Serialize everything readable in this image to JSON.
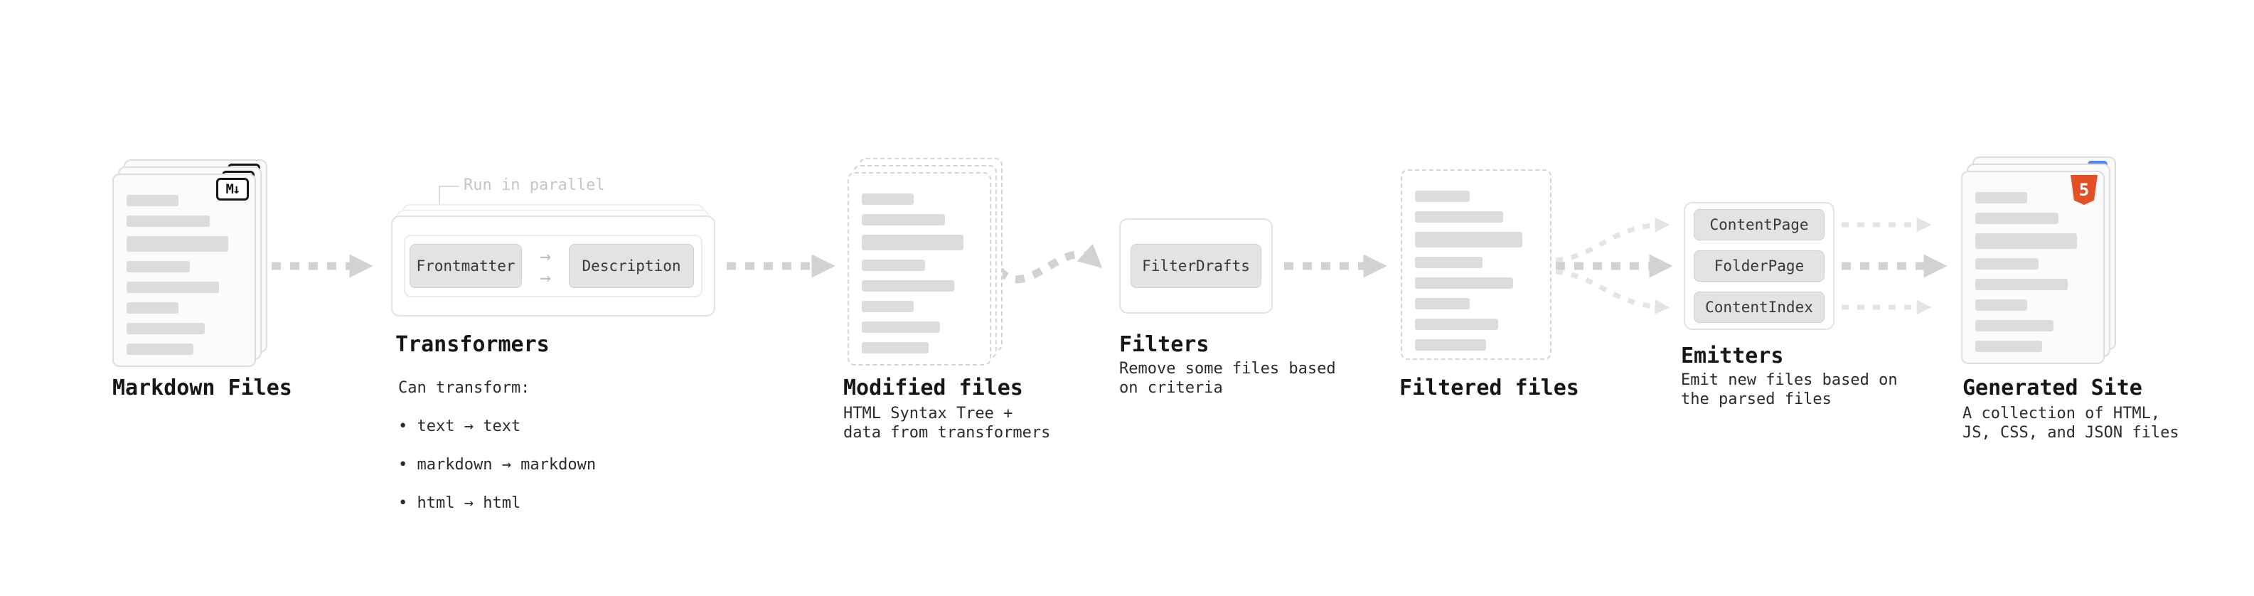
{
  "icons": {
    "markdown_badge": "M↓",
    "html5_badge": "5",
    "arrow_right": "→"
  },
  "colors": {
    "arrow": "#d2d2d2",
    "arrow_light": "#e4e4e4",
    "bar": "#dcdcdc",
    "html5_badge_bg": "#e34f26",
    "css_badge_bg": "#4f86ec"
  },
  "nodes": {
    "markdown_files": {
      "label": "Markdown Files"
    },
    "transformers": {
      "label": "Transformers",
      "annotation": "Run in parallel",
      "buttons": [
        "Frontmatter",
        "Description"
      ],
      "note_title": "Can transform:",
      "bullets": [
        "• text → text",
        "• markdown → markdown",
        "• html → html"
      ]
    },
    "modified_files": {
      "label": "Modified files",
      "description": "HTML Syntax Tree +\ndata from transformers"
    },
    "filters": {
      "label": "Filters",
      "buttons": [
        "FilterDrafts"
      ],
      "description": "Remove some files based\non criteria"
    },
    "filtered_files": {
      "label": "Filtered files"
    },
    "emitters": {
      "label": "Emitters",
      "buttons": [
        "ContentPage",
        "FolderPage",
        "ContentIndex"
      ],
      "description": "Emit new files based on\nthe parsed files"
    },
    "generated_site": {
      "label": "Generated Site",
      "description": "A collection of HTML,\nJS, CSS, and JSON files"
    }
  }
}
